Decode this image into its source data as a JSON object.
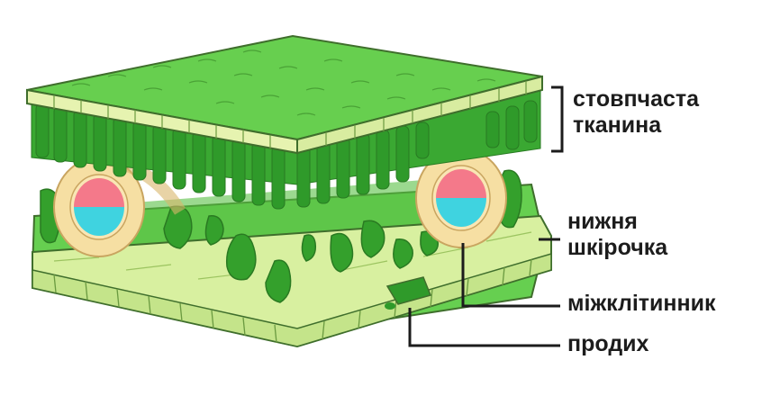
{
  "labels": {
    "palisade": {
      "line1": "стовпчаста",
      "line2": "тканина"
    },
    "lower_epidermis": {
      "line1": "нижня",
      "line2": "шкірочка"
    },
    "intercellular": "міжклітинник",
    "stoma": "продих"
  },
  "colors": {
    "leaf_green": "#5cc84a",
    "dark_green": "#2f9a2a",
    "pale_green": "#d8f0a0",
    "outline": "#3f6e2c",
    "vein_ring": "#f6dfa3",
    "vein_pink": "#f4798a",
    "vein_cyan": "#3fd3e0",
    "line": "#1c1c1c"
  }
}
